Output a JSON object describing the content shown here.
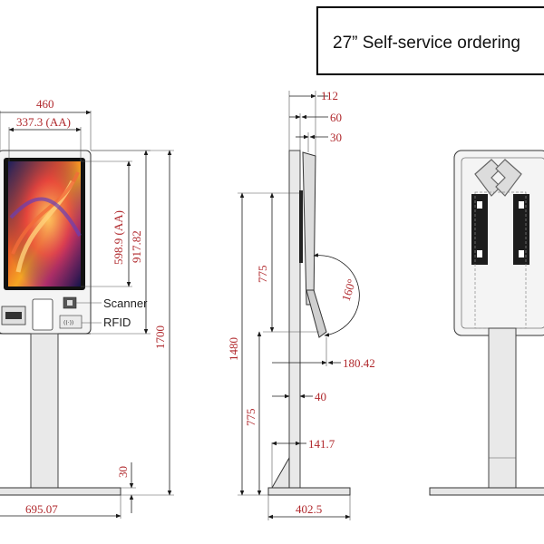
{
  "title": "27”  Self-service ordering",
  "colors": {
    "dimension_text": "#b0282c",
    "line": "#1a1a1a",
    "frame": "#000000"
  },
  "front_view": {
    "width_total": "460",
    "width_aa": "337.3 (AA)",
    "height_aa": "598.9 (AA)",
    "height_head": "917.82",
    "height_total": "1700",
    "base_height": "30",
    "base_width": "695.07",
    "scanner_label": "Scanner",
    "rfid_label": "RFID"
  },
  "side_view": {
    "depth_112": "112",
    "depth_60": "60",
    "depth_30": "30",
    "upper_775": "775",
    "angle": "160°",
    "total_1480": "1480",
    "offset_180": "180.42",
    "lower_775": "775",
    "pole_40": "40",
    "foot_141": "141.7",
    "base_depth": "402.5"
  }
}
